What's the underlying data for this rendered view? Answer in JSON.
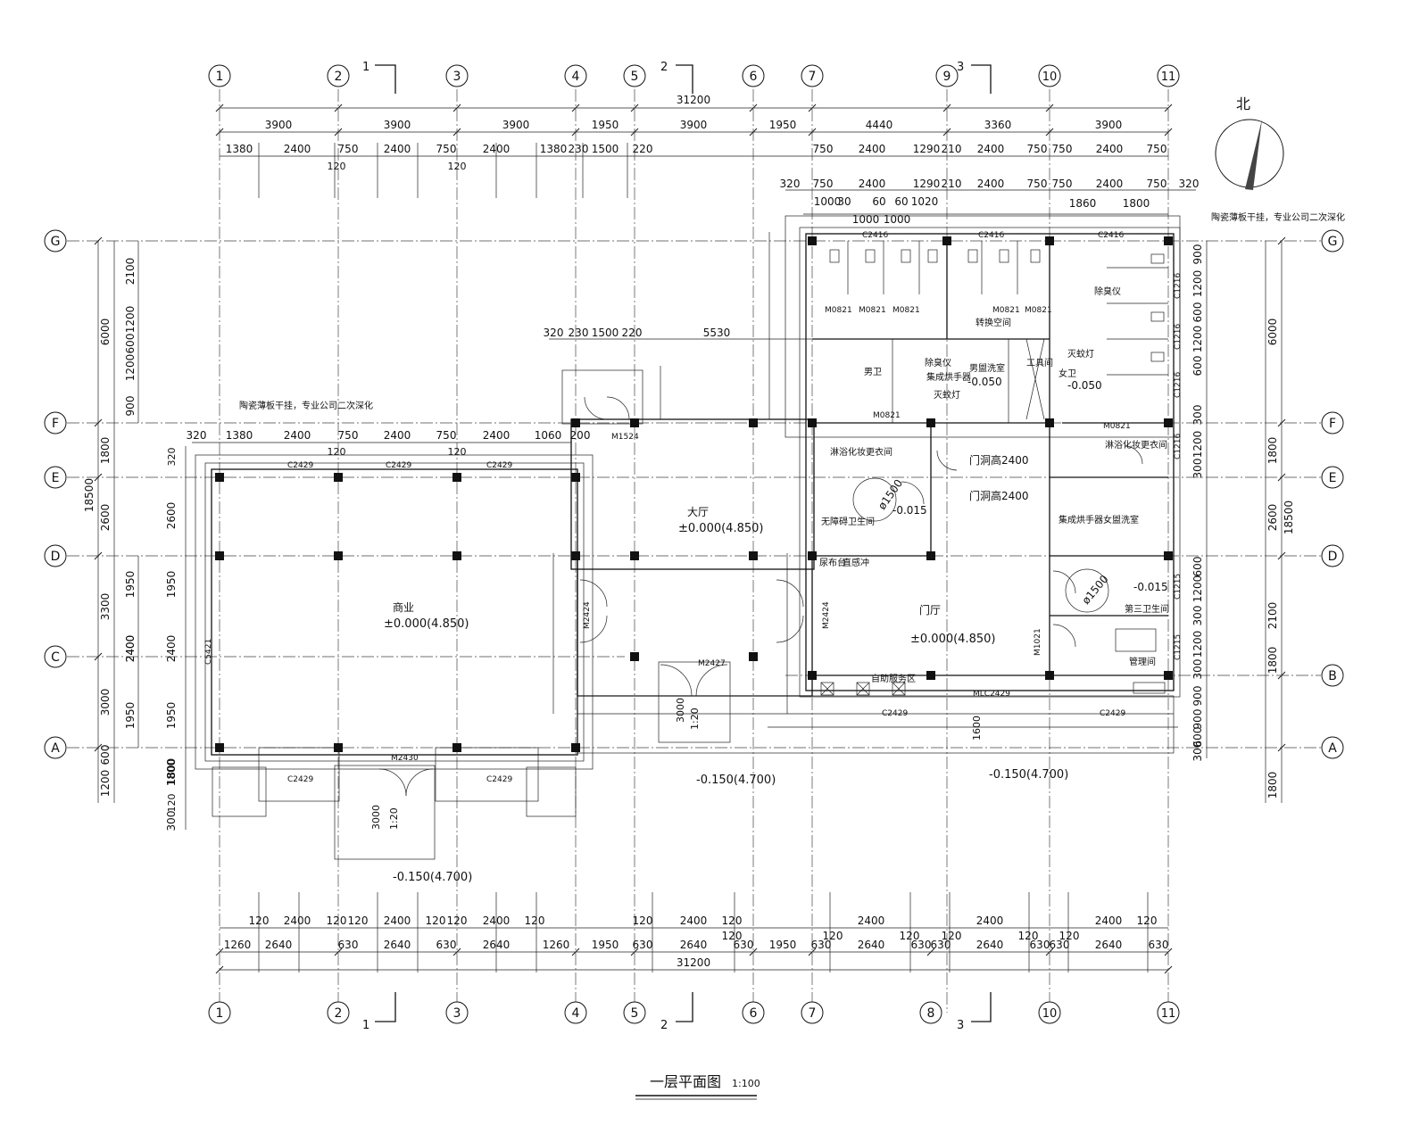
{
  "drawing": {
    "title": "一层平面图",
    "scale": "1:100",
    "north_label": "北"
  },
  "axes": {
    "numbered_top": [
      "1",
      "2",
      "3",
      "4",
      "5",
      "6",
      "7",
      "9",
      "10",
      "11"
    ],
    "numbered_bottom": [
      "1",
      "2",
      "3",
      "4",
      "5",
      "6",
      "7",
      "8",
      "10",
      "11"
    ],
    "lettered_left": [
      "G",
      "F",
      "E",
      "D",
      "C",
      "A"
    ],
    "lettered_right": [
      "G",
      "F",
      "E",
      "D",
      "B",
      "A"
    ]
  },
  "section_marks": {
    "top": [
      "1",
      "2",
      "3"
    ],
    "bottom": [
      "1",
      "2",
      "3"
    ]
  },
  "dims": {
    "top_total": "31200",
    "bottom_total": "31200",
    "top_row1": [
      "3900",
      "3900",
      "3900",
      "1950",
      "3900",
      "1950",
      "4440",
      "3360",
      "3900"
    ],
    "top_row2": [
      "1380",
      "2400",
      "750",
      "2400",
      "750",
      "2400",
      "1380",
      "230",
      "1500",
      "220",
      "750",
      "2400",
      "1290",
      "210",
      "2400",
      "750",
      "750",
      "2400",
      "750"
    ],
    "top_row3": [
      "320",
      "750",
      "2400",
      "1290",
      "210",
      "2400",
      "750",
      "750",
      "2400",
      "750",
      "320"
    ],
    "top_row4": [
      "1000",
      "30",
      "60",
      "60",
      "1020",
      "1000",
      "1000",
      "1860",
      "1800"
    ],
    "row2_sub": [
      "120",
      "120"
    ],
    "bottom_row1": [
      "1260",
      "2640",
      "630",
      "2640",
      "630",
      "2640",
      "1260",
      "1950",
      "630",
      "2640",
      "630",
      "1950",
      "630",
      "2640",
      "630",
      "630",
      "2640",
      "630",
      "630",
      "2640",
      "630"
    ],
    "bottom_row2": [
      "120",
      "2400",
      "120",
      "120",
      "2400",
      "120",
      "120",
      "2400",
      "120",
      "120",
      "2400",
      "120",
      "120",
      "2400",
      "120",
      "120",
      "2400",
      "120",
      "120",
      "2400",
      "120",
      "120"
    ],
    "left_outer": [
      "6000",
      "1800",
      "18500",
      "2600",
      "3300",
      "2400",
      "3000",
      "1200",
      "600"
    ],
    "left_inner": [
      "2100",
      "1200",
      "600",
      "1200",
      "900",
      "1950",
      "2400",
      "1950",
      "300",
      "120",
      "320",
      "1800",
      "2600",
      "1950",
      "2400",
      "1950",
      "1800"
    ],
    "right_outer": [
      "6000",
      "1800",
      "18500",
      "2600",
      "2100",
      "1800",
      "1800"
    ],
    "right_inner": [
      "900",
      "1200",
      "600",
      "1200",
      "600",
      "300",
      "1200",
      "300",
      "600",
      "1200",
      "300",
      "1200",
      "300",
      "900",
      "900",
      "300",
      "600"
    ],
    "wing": [
      "320",
      "230",
      "1500",
      "220",
      "5530",
      "320",
      "1380",
      "2400",
      "750",
      "2400",
      "750",
      "2400",
      "1060",
      "200",
      "120",
      "120"
    ]
  },
  "rooms": {
    "commercial": "商业",
    "commercial_level": "±0.000(4.850)",
    "lobby": "大厅",
    "lobby_level": "±0.000(4.850)",
    "entry_hall": "门厅",
    "entry_level": "±0.000(4.850)",
    "self_service": "自助服务区",
    "exterior_level": "-0.150(4.700)",
    "male_wc": "男卫",
    "female_wc": "女卫",
    "transition": "转换空间",
    "tool_room": "工具间",
    "deodorizer": "除臭仪",
    "sterilizer": "灭蚊灯",
    "hand_dryer": "集成烘手器",
    "male_wash": "男盥洗室",
    "wash_level": "-0.050",
    "shower_left": "淋浴化妆更衣间",
    "shower_right": "淋浴化妆更衣间",
    "accessible_wc": "无障碍卫生间",
    "accessible_level": "-0.015",
    "third_wc": "第三卫生间",
    "third_level": "-0.015",
    "female_wash": "集成烘手器女盥洗室",
    "management": "管理间",
    "diaper": "尿布台",
    "urinal": "直感冲",
    "door_height_1": "门洞高2400",
    "door_height_2": "门洞高2400",
    "circle": "ø1500",
    "circle2": "ø1500",
    "ceramic_note": "陶瓷薄板干挂，专业公司二次深化",
    "ceramic_note2": "陶瓷薄板干挂，专业公司二次深化"
  },
  "openings": {
    "c2429": "C2429",
    "c2416": "C2416",
    "c1216": "C1216",
    "c1215": "C1215",
    "c5421": "C5421",
    "m1524": "M1524",
    "m2424": "M2424",
    "m2427": "M2427",
    "m2430": "M2430",
    "m0821": "M0821",
    "m1021": "M1021",
    "mlc2429": "MLC2429",
    "ramp1": "1:20",
    "ramp2": "1:20",
    "ramp_len": "3000",
    "ramp_len2": "3000",
    "step1": "1600"
  }
}
